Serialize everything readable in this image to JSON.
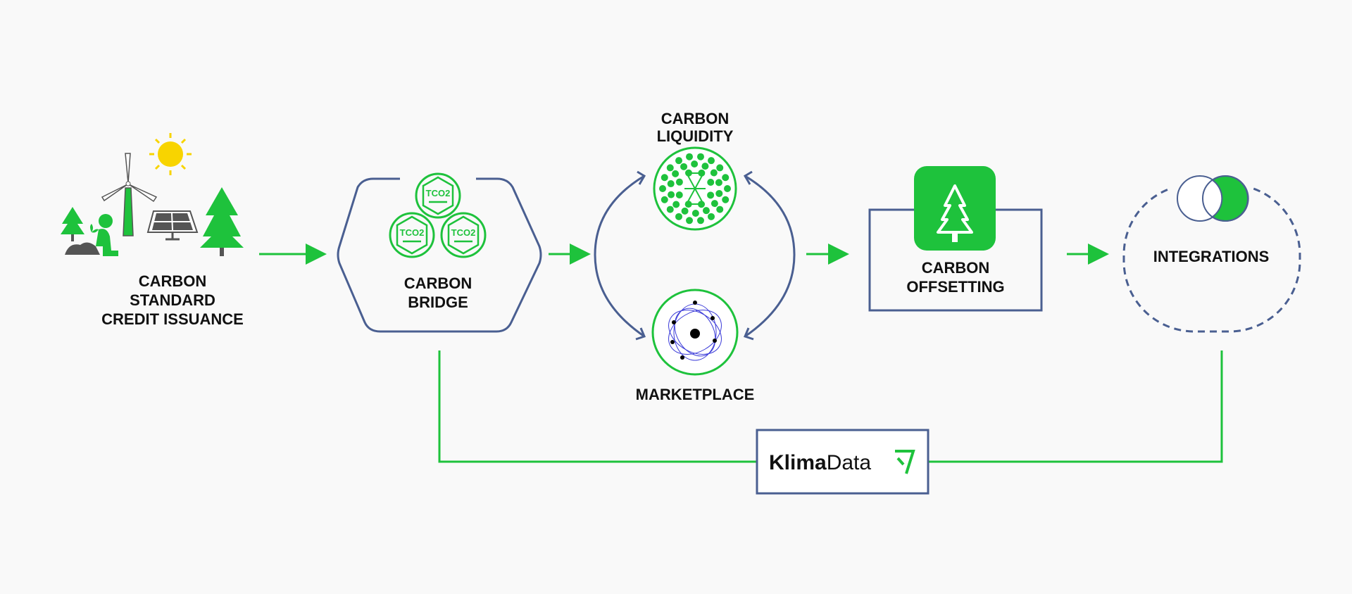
{
  "colors": {
    "green": "#1ec23c",
    "blue": "#4a5f91",
    "sun": "#f8d400",
    "background": "#f9f9f9"
  },
  "nodes": {
    "issuance": {
      "lines": [
        "CARBON",
        "STANDARD",
        "CREDIT ISSUANCE"
      ],
      "icon": "renewables-trees-icon"
    },
    "bridge": {
      "lines": [
        "CARBON",
        "BRIDGE"
      ],
      "token_label": "TCO2",
      "icon": "tco2-tokens-icon"
    },
    "liquidity": {
      "lines": [
        "CARBON",
        "LIQUIDITY"
      ],
      "icon": "liquidity-pool-icon"
    },
    "marketplace": {
      "lines": [
        "MARKETPLACE"
      ],
      "icon": "orbit-icon"
    },
    "offsetting": {
      "lines": [
        "CARBON",
        "OFFSETTING"
      ],
      "icon": "tree-icon"
    },
    "integrations": {
      "lines": [
        "INTEGRATIONS"
      ],
      "icon": "venn-icon"
    }
  },
  "klimadata": {
    "bold": "Klima",
    "light": "Data",
    "icon": "klima-check-icon"
  }
}
